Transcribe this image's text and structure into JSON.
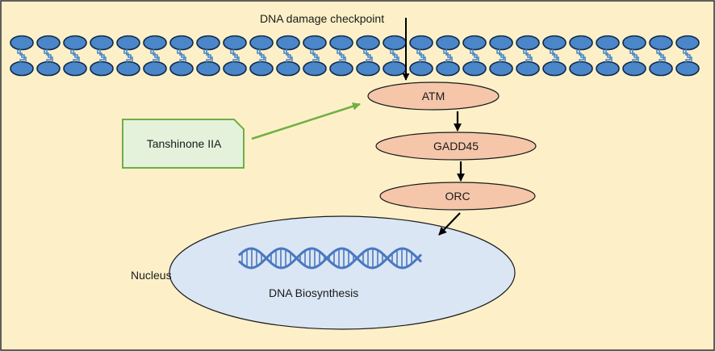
{
  "title": "DNA damage checkpoint",
  "drug": {
    "label": "Tanshinone IIA"
  },
  "pathway": [
    {
      "label": "ATM"
    },
    {
      "label": "GADD45"
    },
    {
      "label": "ORC"
    }
  ],
  "nucleus": {
    "label": "Nucleus",
    "content": "DNA Biosynthesis"
  },
  "colors": {
    "background": "#fdf0c8",
    "frame": "#2a2a2a",
    "membrane_head": "#4a86c8",
    "membrane_outline": "#10284a",
    "node_fill": "#f5c6aa",
    "drug_fill": "#e4f2dc",
    "drug_stroke": "#6fae45",
    "drug_arrow": "#72b043",
    "nucleus_fill": "#dbe6f4",
    "dna_helix": "#4a78c0",
    "arrow": "#000000"
  },
  "icons": [
    "cell-membrane-bilayer",
    "dna-double-helix-icon"
  ]
}
